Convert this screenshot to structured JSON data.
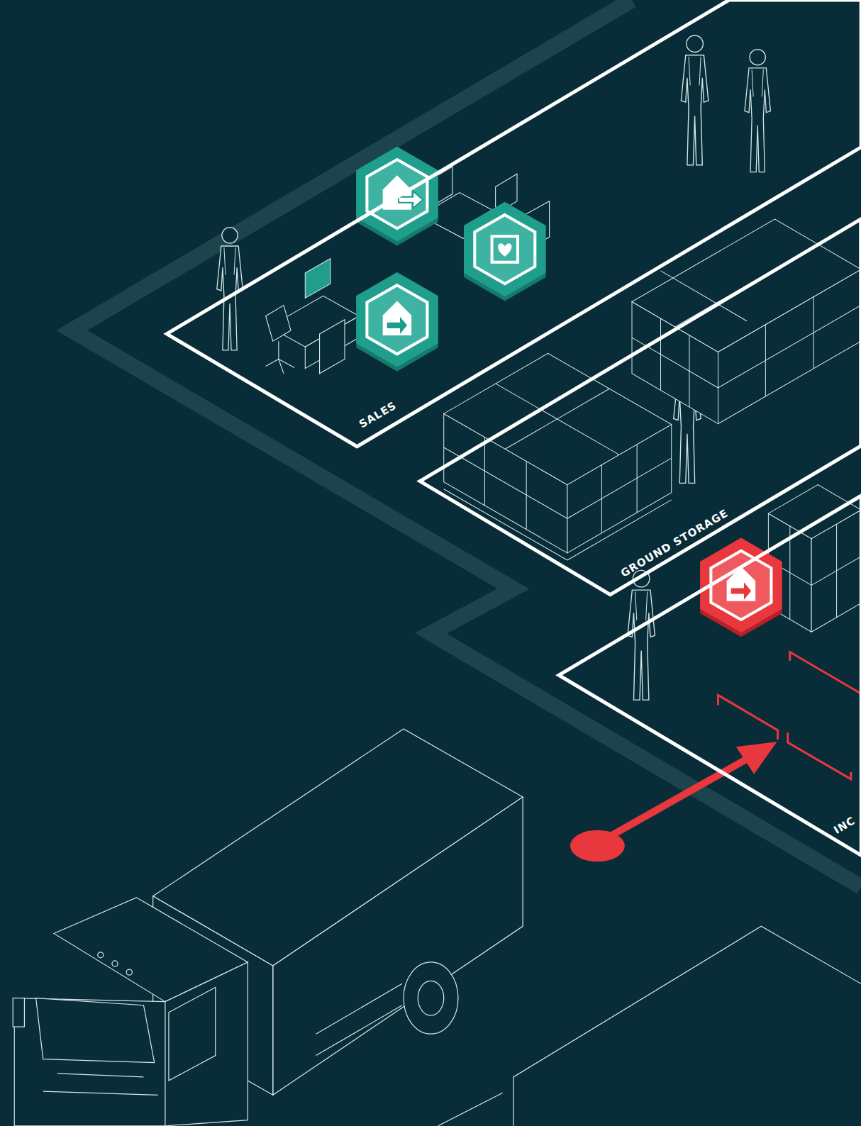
{
  "diagram": {
    "nodes": [
      {
        "text": [
          "SALES"
        ]
      },
      {
        "text": [
          "GROUND STORAGE"
        ]
      },
      {
        "text": [
          "INC"
        ]
      }
    ]
  }
}
